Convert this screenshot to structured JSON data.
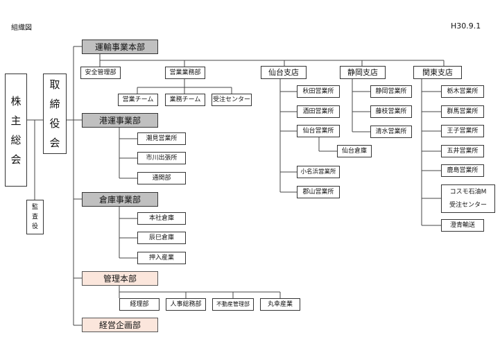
{
  "header": {
    "title": "組織図",
    "date": "H30.9.1"
  },
  "top": {
    "shareholders": [
      "株",
      "主",
      "総",
      "会"
    ],
    "board": [
      "取",
      "締",
      "役",
      "会"
    ],
    "auditor": [
      "監",
      "査",
      "役"
    ]
  },
  "transport": {
    "label": "運輸事業本部",
    "safety": "安全管理部",
    "sales_dept": "営業業務部",
    "sales_team": "営業チーム",
    "ops_team": "業務チーム",
    "order_center": "受注センター"
  },
  "port": {
    "label": "港運事業部",
    "items": [
      "潮見営業所",
      "市川出張所",
      "通関部"
    ]
  },
  "warehouse": {
    "label": "倉庫事業部",
    "items": [
      "本社倉庫",
      "辰巳倉庫",
      "押入産業"
    ]
  },
  "admin": {
    "label": "管理本部",
    "items": [
      "経理部",
      "人事総務部",
      "不動産管理部",
      "丸幸産業"
    ]
  },
  "planning": {
    "label": "経営企画部"
  },
  "sendai": {
    "label": "仙台支店",
    "items": [
      "秋田営業所",
      "酒田営業所",
      "仙台営業所",
      "小名浜営業所",
      "郡山営業所"
    ],
    "sub": "仙台倉庫"
  },
  "shizuoka": {
    "label": "静岡支店",
    "items": [
      "静岡営業所",
      "藤枝営業所",
      "清水営業所"
    ]
  },
  "kanto": {
    "label": "関東支店",
    "items": [
      "栃木営業所",
      "群馬営業所",
      "王子営業所",
      "五井営業所",
      "鹿島営業所"
    ],
    "cosmo": [
      "コスモ石油M",
      "受注センター"
    ],
    "last": "澄青輸送"
  }
}
